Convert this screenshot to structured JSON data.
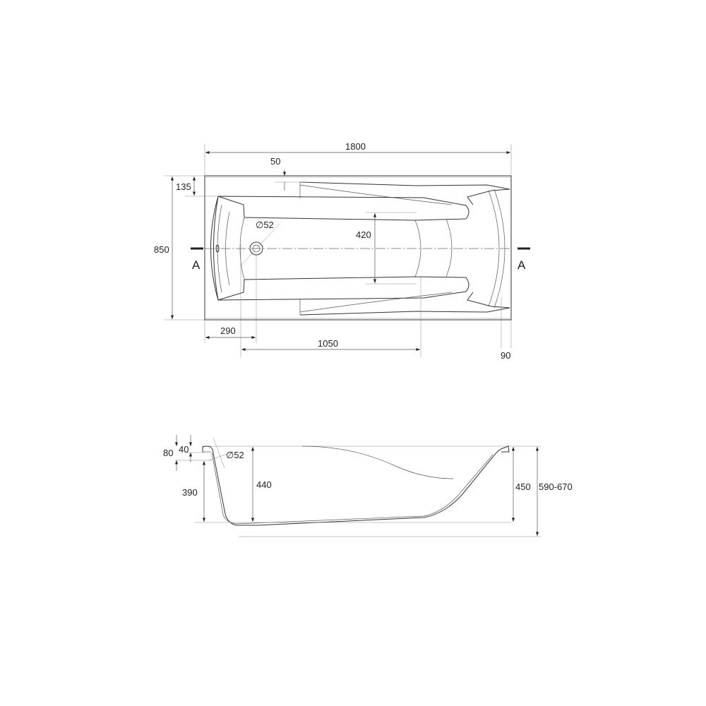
{
  "top_view": {
    "section_marker": "A",
    "dim_length": "1800",
    "dim_rim_offset": "50",
    "dim_rim_width": "135",
    "dim_width": "850",
    "dim_drain_diameter": "∅52",
    "dim_inner_width": "420",
    "dim_drain_offset": "290",
    "dim_bottom_length": "1050",
    "dim_end_rim": "90"
  },
  "side_view": {
    "dim_rim_height": "80",
    "dim_rim_lip": "40",
    "dim_overflow_diameter": "∅52",
    "dim_overflow_depth": "390",
    "dim_depth": "440",
    "dim_height": "450",
    "dim_total_height": "590-670"
  }
}
